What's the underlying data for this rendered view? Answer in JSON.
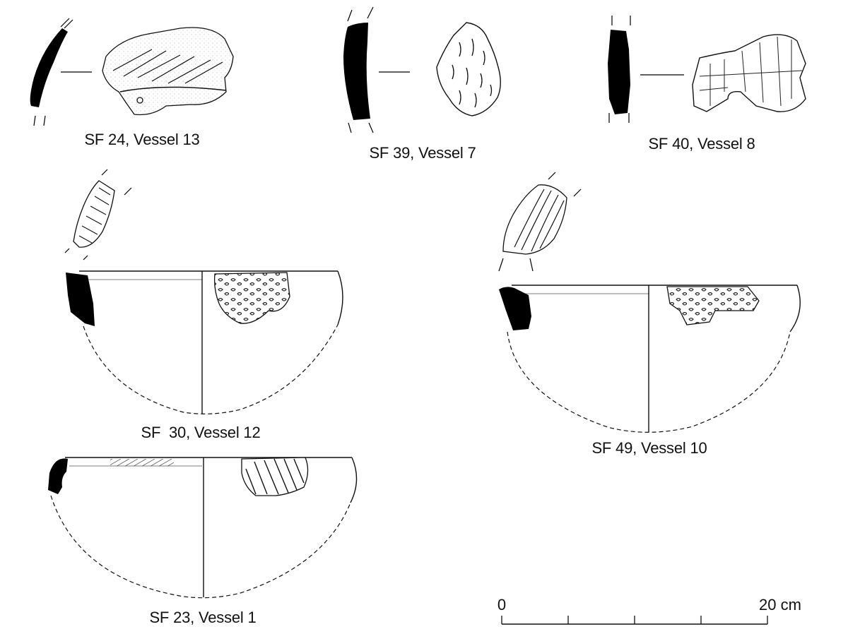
{
  "captions": {
    "sf24": "SF 24, Vessel 13",
    "sf39": "SF 39, Vessel 7",
    "sf40": "SF 40, Vessel 8",
    "sf30": "SF  30, Vessel 12",
    "sf49": "SF 49, Vessel 10",
    "sf23": "SF 23, Vessel 1"
  },
  "scale_bar": {
    "start_label": "0",
    "end_label": "20 cm",
    "divisions": 4
  }
}
